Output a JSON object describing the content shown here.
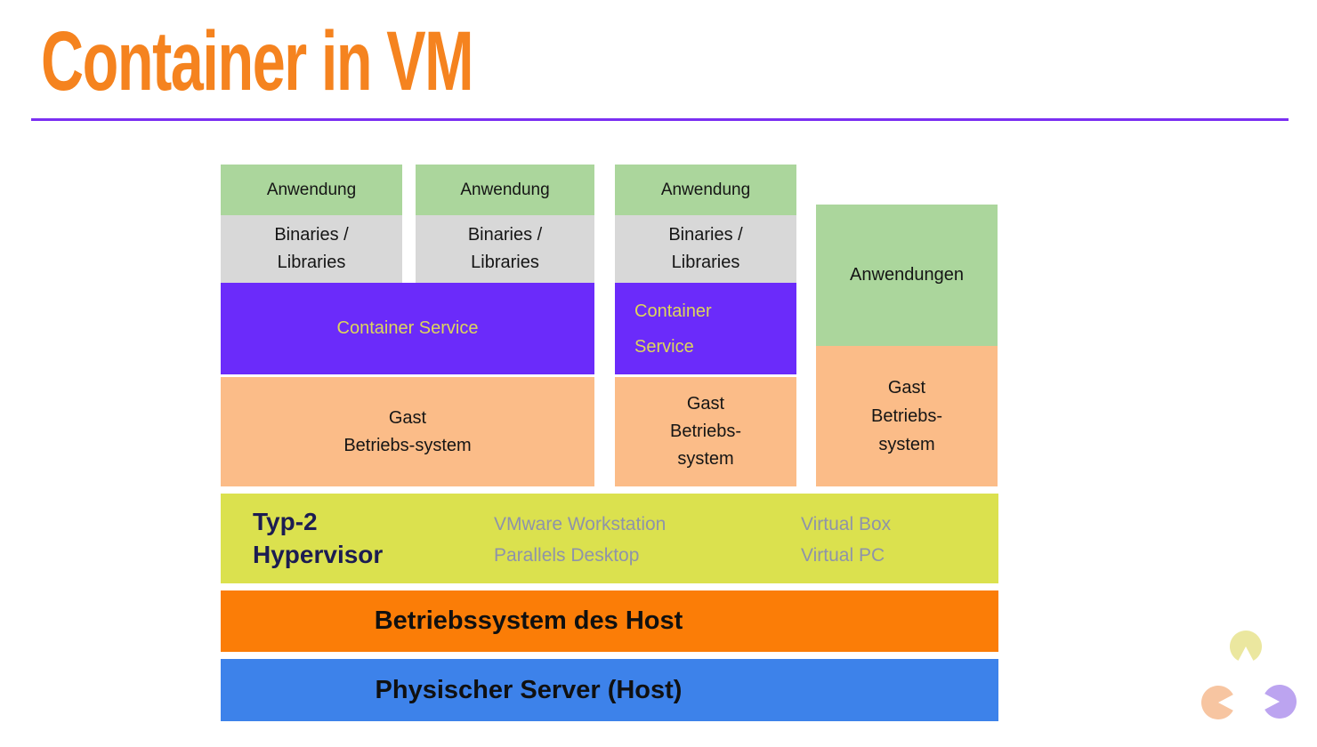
{
  "slide": {
    "title": "Container in VM"
  },
  "stack": {
    "containers": [
      {
        "application": "Anwendung",
        "binaries_line1": "Binaries /",
        "binaries_line2": "Libraries"
      },
      {
        "application": "Anwendung",
        "binaries_line1": "Binaries /",
        "binaries_line2": "Libraries"
      },
      {
        "application": "Anwendung",
        "binaries_line1": "Binaries /",
        "binaries_line2": "Libraries"
      }
    ],
    "container_service_wide": {
      "label": "Container Service"
    },
    "container_service_narrow": {
      "line1": "Container",
      "line2": "Service"
    },
    "guest_os_wide": {
      "line1": "Gast",
      "line2": "Betriebs-system"
    },
    "guest_os_narrow": {
      "line1": "Gast",
      "line2": "Betriebs-",
      "line3": "system"
    },
    "vm_column": {
      "applications": "Anwendungen",
      "guest_os_line1": "Gast",
      "guest_os_line2": "Betriebs-",
      "guest_os_line3": "system"
    },
    "hypervisor": {
      "title_line1": "Typ-2",
      "title_line2": "Hypervisor",
      "products_col1": [
        "VMware Workstation",
        "Parallels Desktop"
      ],
      "products_col2": [
        "Virtual Box",
        "Virtual PC"
      ]
    },
    "host_os_label": "Betriebssystem des Host",
    "physical_server_label": "Physischer Server (Host)"
  },
  "colors": {
    "title_orange": "#F5831F",
    "divider_purple": "#7B2FF2",
    "application_green": "#ABD69C",
    "binaries_gray": "#D8D8D8",
    "container_service_purple": "#6B2BFA",
    "container_service_text": "#DDD65A",
    "guest_os_peach": "#FBBC88",
    "hypervisor_lime": "#DBE14E",
    "hypervisor_title_navy": "#1C1C52",
    "hypervisor_products_gray": "#8E93AA",
    "host_os_orange": "#FB7D07",
    "physical_server_blue": "#3D82EA",
    "logo_yellow": "#EBE79F",
    "logo_orange": "#F7C5A1",
    "logo_purple": "#BCA4F0"
  },
  "logo": {
    "icons": [
      "pacman-yellow-icon",
      "pacman-orange-icon",
      "pacman-purple-icon"
    ]
  }
}
